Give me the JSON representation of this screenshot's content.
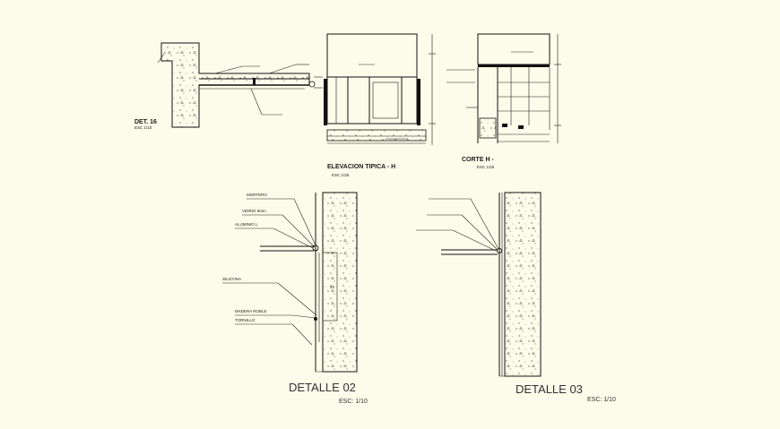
{
  "drawings": {
    "det16": {
      "title": "DET. 16",
      "scale": "ESC 1/10"
    },
    "elevacion": {
      "title": "ELEVACION TIPICA - H",
      "scale": "ESC 1/25"
    },
    "corte": {
      "title": "CORTE H -",
      "scale": "ESC 1/25"
    },
    "detalle02": {
      "title": "DETALLE  02",
      "scale": "ESC: 1/10",
      "notes": [
        "MORTERO",
        "VIDRIO 6mm",
        "ALUMINIO L",
        "SILICONA",
        "MADERA ROBLE",
        "TORNILLO"
      ],
      "dim": "40"
    },
    "detalle03": {
      "title": "DETALLE  03",
      "scale": "ESC: 1/10"
    }
  },
  "colors": {
    "background": "#fdfcea",
    "line": "#111111",
    "title_text": "#333333"
  }
}
